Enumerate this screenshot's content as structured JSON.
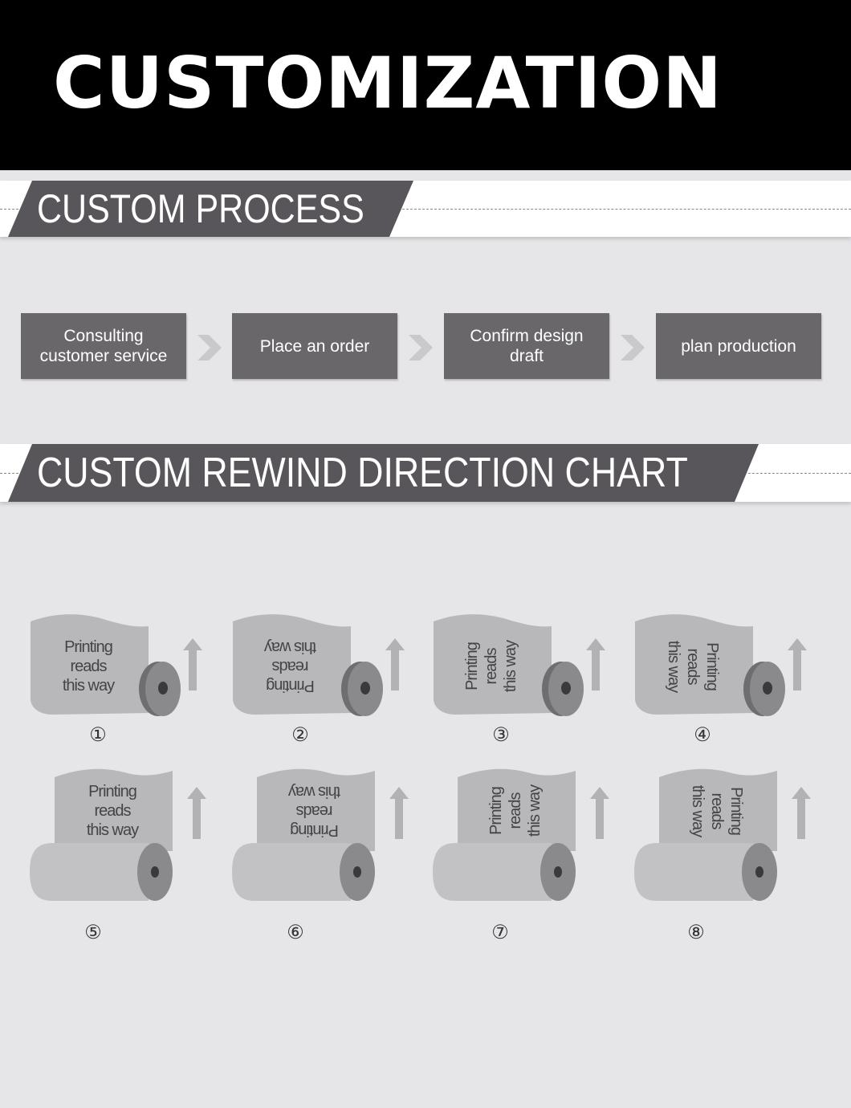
{
  "header": {
    "title": "CUSTOMIZATION"
  },
  "process": {
    "title": "CUSTOM PROCESS",
    "steps": [
      {
        "label": "Consulting customer service"
      },
      {
        "label": "Place an order"
      },
      {
        "label": "Confirm design draft"
      },
      {
        "label": "plan production"
      }
    ]
  },
  "rewind": {
    "title": "CUSTOM REWIND DIRECTION CHART",
    "text_lines": [
      "Printing",
      "reads",
      "this way"
    ],
    "items": [
      {
        "number": "①",
        "style": "side",
        "rotation": 0
      },
      {
        "number": "②",
        "style": "side",
        "rotation": 180
      },
      {
        "number": "③",
        "style": "side",
        "rotation": -90
      },
      {
        "number": "④",
        "style": "side",
        "rotation": 90
      },
      {
        "number": "⑤",
        "style": "flat",
        "rotation": 0
      },
      {
        "number": "⑥",
        "style": "flat",
        "rotation": 180
      },
      {
        "number": "⑦",
        "style": "flat",
        "rotation": -90
      },
      {
        "number": "⑧",
        "style": "flat",
        "rotation": 90
      }
    ]
  },
  "colors": {
    "header_bg": "#000000",
    "plate": "#58565a",
    "step_bg": "#69676a",
    "page_bg": "#e6e5e8"
  }
}
